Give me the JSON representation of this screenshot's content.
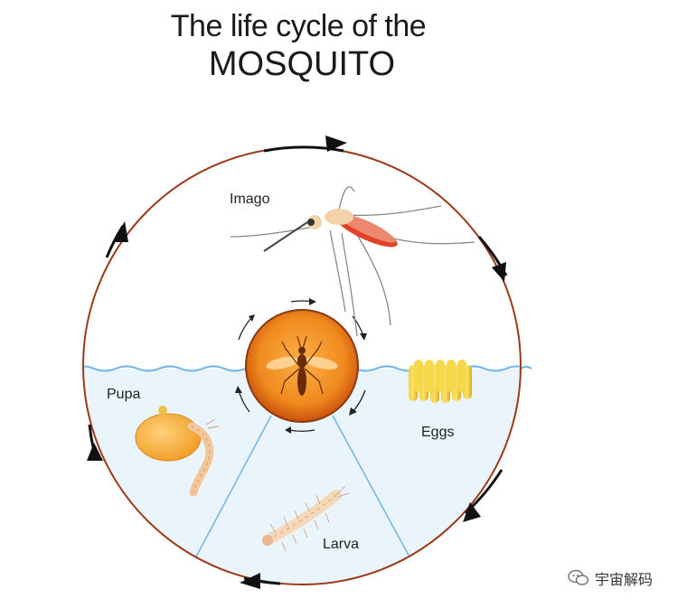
{
  "title": {
    "line1": "The life cycle of the",
    "line2": "MOSQUITO"
  },
  "stages": {
    "imago": "Imago",
    "eggs": "Eggs",
    "larva": "Larva",
    "pupa": "Pupa"
  },
  "watermark": {
    "text": "宇宙解码",
    "icon": "wechat-icon"
  },
  "colors": {
    "circle_outline": "#9b3b1a",
    "water": "#eaf4fb",
    "water_line": "#6fb5e6",
    "center_orange": "#f08a1e",
    "egg_yellow": "#f2c31a"
  }
}
